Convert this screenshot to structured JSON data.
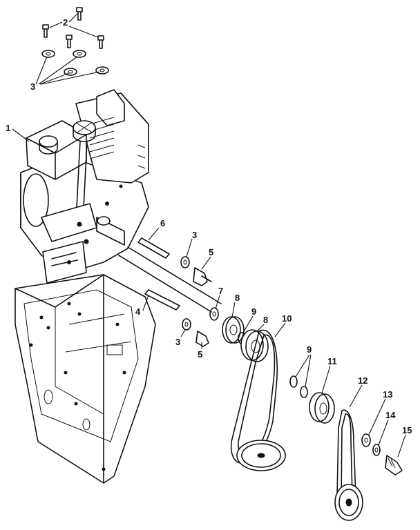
{
  "callouts": [
    {
      "id": "c1",
      "text": "1"
    },
    {
      "id": "c2",
      "text": "2"
    },
    {
      "id": "c3a",
      "text": "3"
    },
    {
      "id": "c3b",
      "text": "3"
    },
    {
      "id": "c3c",
      "text": "3"
    },
    {
      "id": "c4",
      "text": "4"
    },
    {
      "id": "c5a",
      "text": "5"
    },
    {
      "id": "c5b",
      "text": "5"
    },
    {
      "id": "c6",
      "text": "6"
    },
    {
      "id": "c7",
      "text": "7"
    },
    {
      "id": "c8a",
      "text": "8"
    },
    {
      "id": "c8b",
      "text": "8"
    },
    {
      "id": "c9a",
      "text": "9"
    },
    {
      "id": "c9b",
      "text": "9"
    },
    {
      "id": "c10",
      "text": "10"
    },
    {
      "id": "c11",
      "text": "11"
    },
    {
      "id": "c12",
      "text": "12"
    },
    {
      "id": "c13",
      "text": "13"
    },
    {
      "id": "c14",
      "text": "14"
    },
    {
      "id": "c15",
      "text": "15"
    }
  ]
}
